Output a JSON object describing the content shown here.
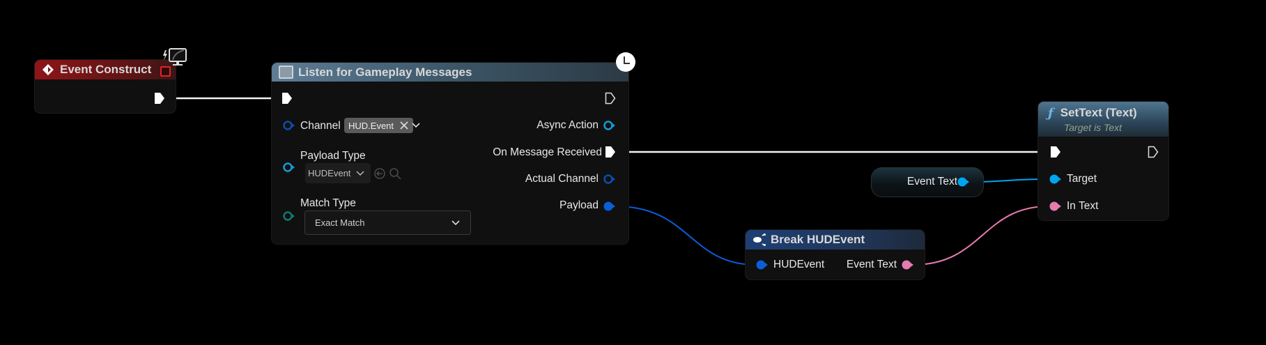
{
  "graph": {
    "background": "#000000",
    "nodes": {
      "event_construct": {
        "title": "Event Construct",
        "icon": "event-diamond-icon",
        "badge_icon": "client-monitor-icon",
        "header_color": "#8e1518"
      },
      "listen": {
        "title": "Listen for Gameplay Messages",
        "icon": "async-window-icon",
        "latent_icon": "clock-icon",
        "header_color": "#5e7d96",
        "inputs": {
          "channel": {
            "label": "Channel",
            "value": "HUD.Event"
          },
          "payload_type": {
            "label": "Payload Type",
            "value": "HUDEvent"
          },
          "match_type": {
            "label": "Match Type",
            "value": "Exact Match"
          }
        },
        "outputs": {
          "async_action": "Async Action",
          "on_message_received": "On Message Received",
          "actual_channel": "Actual Channel",
          "payload": "Payload"
        }
      },
      "break_hudevent": {
        "title": "Break HUDEvent",
        "icon": "break-struct-icon",
        "header_color": "#1d3f75",
        "input": "HUDEvent",
        "output": "Event Text"
      },
      "event_text_getter": {
        "label": "Event Text"
      },
      "settext": {
        "title": "SetText (Text)",
        "subtitle": "Target is Text",
        "icon": "function-icon",
        "header_color": "#4f7590",
        "inputs": {
          "target": "Target",
          "in_text": "In Text"
        }
      }
    },
    "colors": {
      "exec": "#ffffff",
      "struct_pin": "#0a5fd8",
      "object_pin": "#00a5f0",
      "text_pin": "#e57bb0",
      "byte_pin": "#0f7a72",
      "tag_pin": "#0a4fb0"
    }
  }
}
